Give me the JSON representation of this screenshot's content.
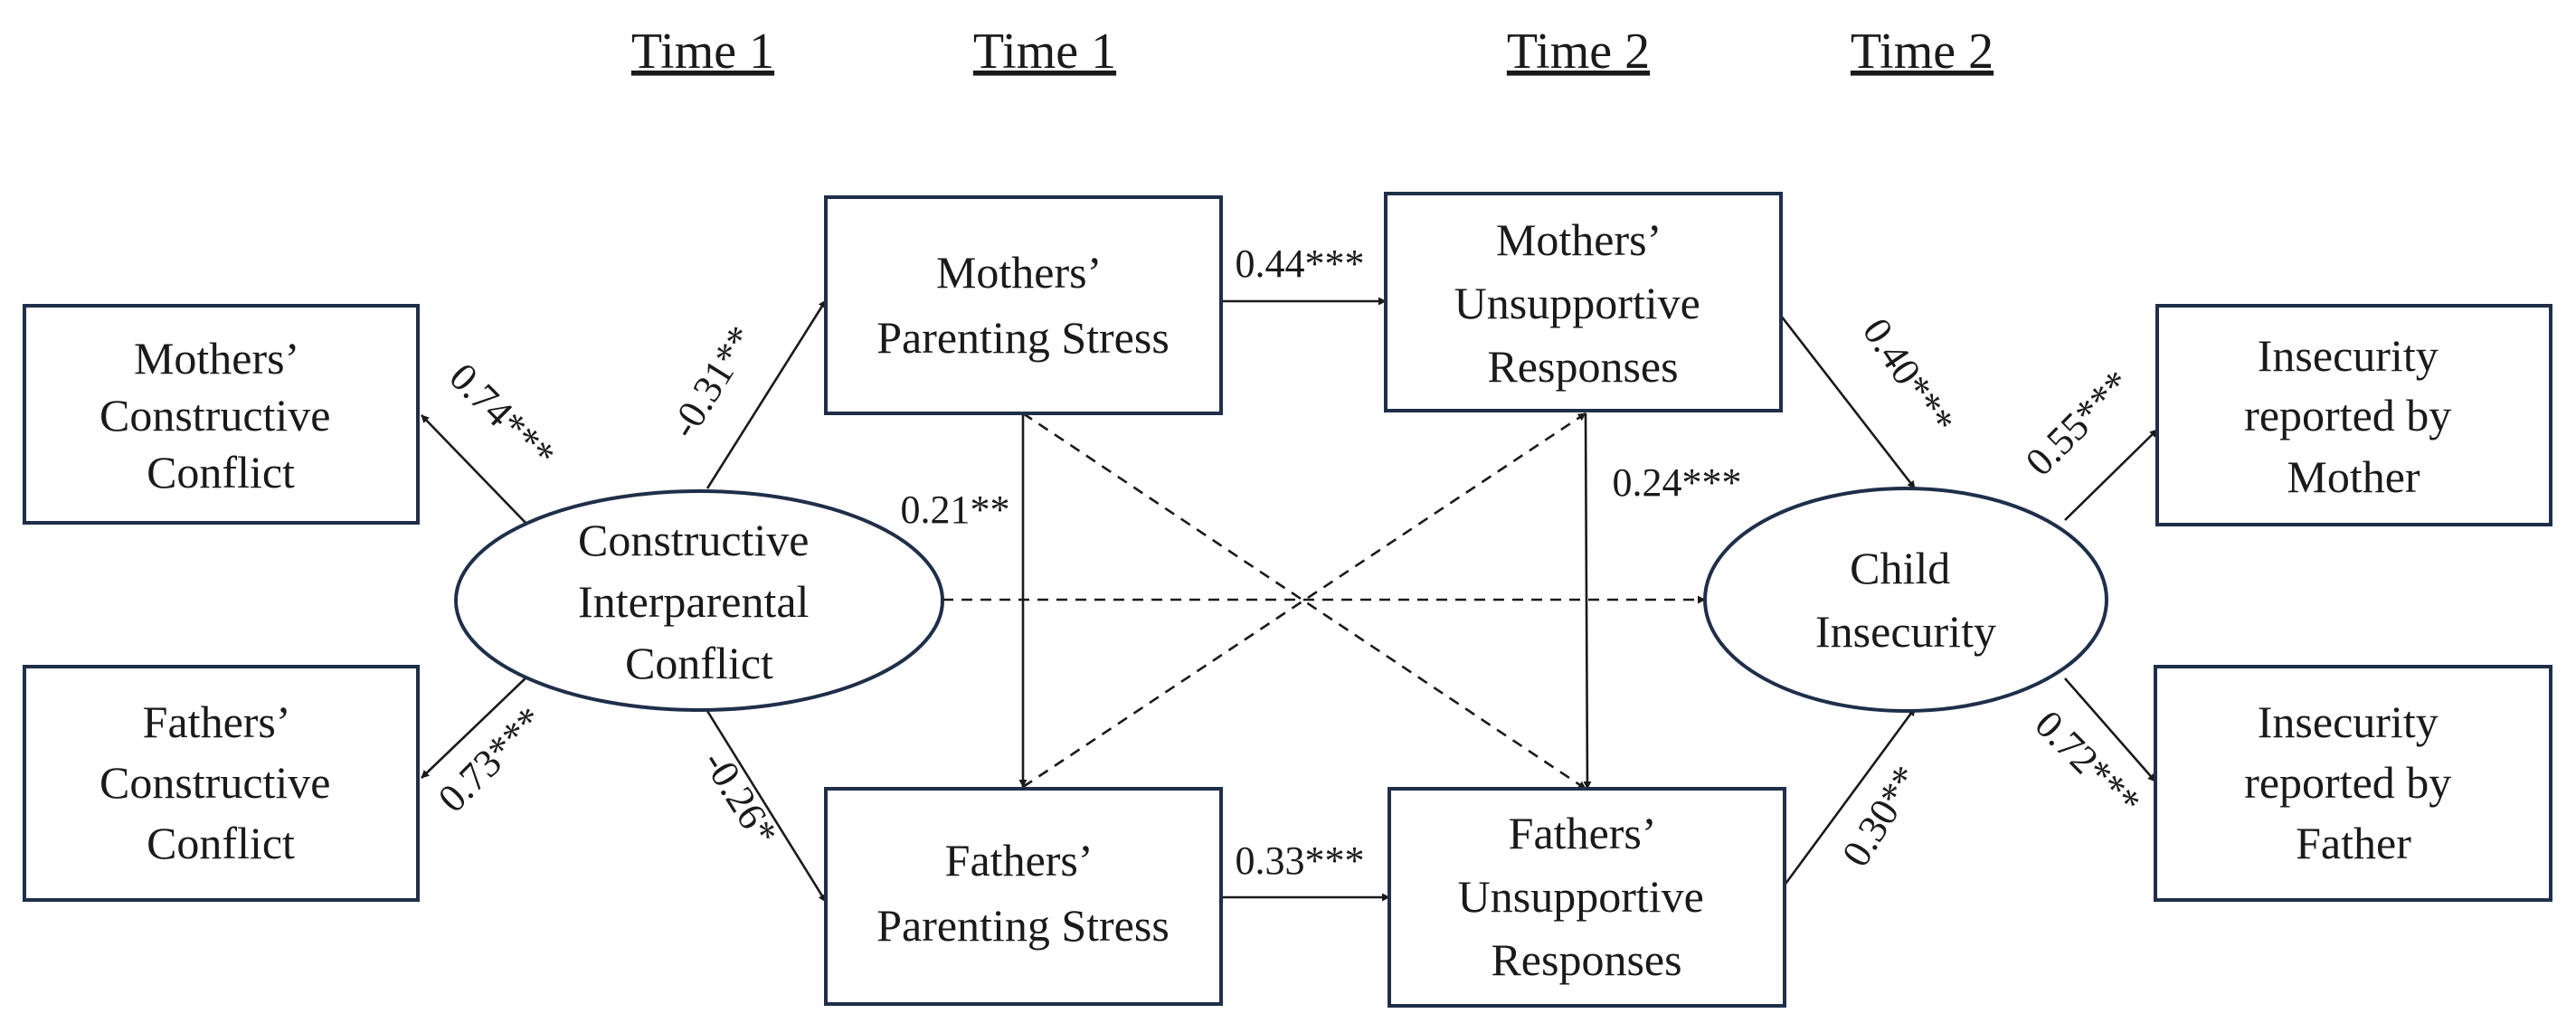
{
  "headers": [
    {
      "id": "h1",
      "label": "Time 1"
    },
    {
      "id": "h2",
      "label": "Time 1"
    },
    {
      "id": "h3",
      "label": "Time 2"
    },
    {
      "id": "h4",
      "label": "Time 2"
    }
  ],
  "nodes": {
    "mcc": {
      "lines": [
        "Mothers’",
        "Constructive",
        "Conflict"
      ]
    },
    "fcc": {
      "lines": [
        "Fathers’",
        "Constructive",
        "Conflict"
      ]
    },
    "cic": {
      "lines": [
        "Constructive",
        "Interparental",
        "Conflict"
      ]
    },
    "mps": {
      "lines": [
        "Mothers’",
        "Parenting Stress"
      ]
    },
    "fps": {
      "lines": [
        "Fathers’",
        "Parenting Stress"
      ]
    },
    "mur": {
      "lines": [
        "Mothers’",
        "Unsupportive",
        "Responses"
      ]
    },
    "fur": {
      "lines": [
        "Fathers’",
        "Unsupportive",
        "Responses"
      ]
    },
    "ci": {
      "lines": [
        "Child",
        "Insecurity"
      ]
    },
    "irm": {
      "lines": [
        "Insecurity",
        "reported by",
        "Mother"
      ]
    },
    "irf": {
      "lines": [
        "Insecurity",
        "reported by",
        "Father"
      ]
    }
  },
  "coefficients": {
    "cic_mcc": "0.74***",
    "cic_fcc": "0.73***",
    "cic_mps": "-0.31**",
    "cic_fps": "-0.26*",
    "mps_fps": "0.21**",
    "mps_mur": "0.44***",
    "fps_fur": "0.33***",
    "mur_fur": "0.24***",
    "mur_ci": "0.40***",
    "fur_ci": "0.30**",
    "ci_irm": "0.55***",
    "ci_irf": "0.72***"
  },
  "colors": {
    "node_border": "#1f2f4a",
    "line": "#1a1a1a",
    "text": "#1a1a1a"
  }
}
